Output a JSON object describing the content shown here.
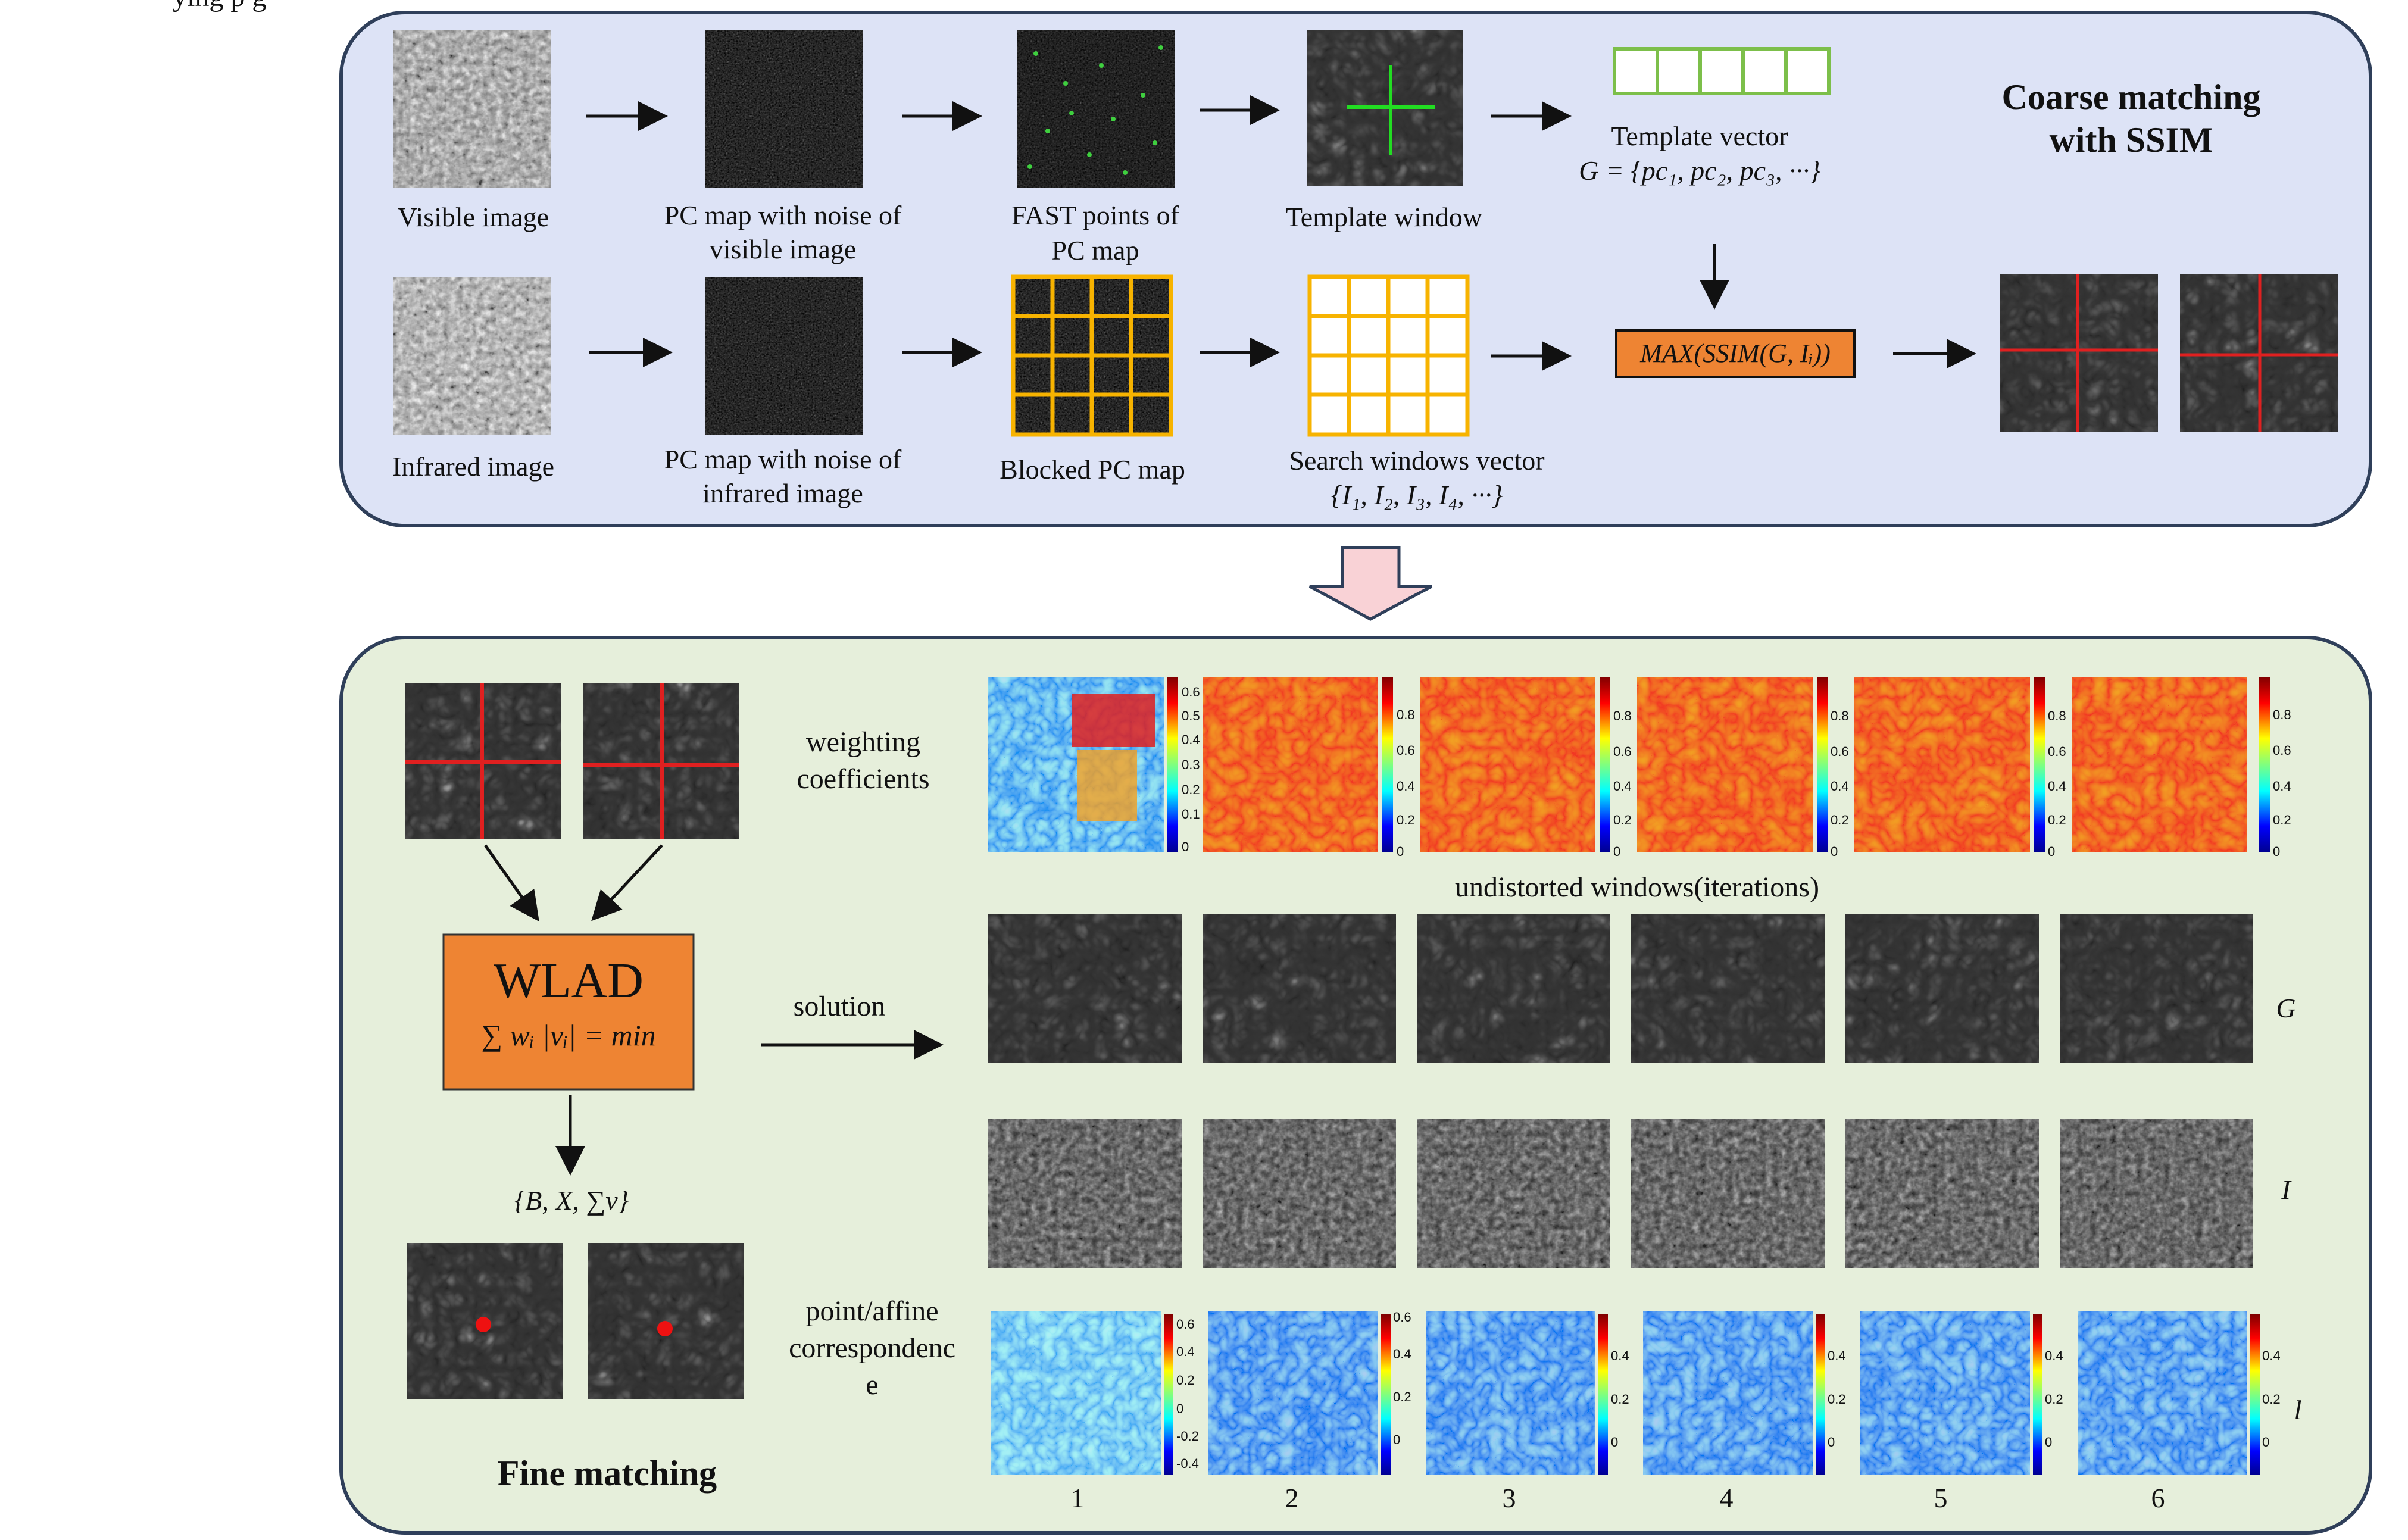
{
  "top_partial_text": "ying                                              p                                            g",
  "coarse": {
    "title_line1": "Coarse matching",
    "title_line2": "with SSIM",
    "visible_image": "Visible image",
    "pc_noise_visible_1": "PC map with noise of",
    "pc_noise_visible_2": "visible image",
    "fast_points_1": "FAST points of",
    "fast_points_2": "PC map",
    "template_window": "Template window",
    "template_vector": "Template vector",
    "template_formula": "G = {pc₁, pc₂, pc₃, ···}",
    "infrared_image": "Infrared image",
    "pc_noise_infrared_1": "PC map with noise of",
    "pc_noise_infrared_2": "infrared image",
    "blocked_pc_map": "Blocked PC map",
    "search_windows_1": "Search windows vector",
    "search_windows_2": "{I₁, I₂, I₃, I₄, ···}",
    "max_ssim": "MAX(SSIM(G, Iᵢ))"
  },
  "fine": {
    "title": "Fine matching",
    "weighting_1": "weighting",
    "weighting_2": "coefficients",
    "undistorted": "undistorted windows(iterations)",
    "wlad_title": "WLAD",
    "wlad_formula": "∑ wᵢ |vᵢ| = min",
    "solution": "solution",
    "result_set": "{B, X, ∑v}",
    "point_affine_1": "point/affine",
    "point_affine_2": "correspondenc",
    "point_affine_3": "e",
    "row_G": "G",
    "row_I": "I",
    "row_l": "l",
    "iterations": [
      "1",
      "2",
      "3",
      "4",
      "5",
      "6"
    ],
    "cb_first": [
      "0.6",
      "0.5",
      "0.4",
      "0.3",
      "0.2",
      "0.1",
      "0"
    ],
    "cb_other": [
      "0.8",
      "0.6",
      "0.4",
      "0.2",
      "0"
    ],
    "cb_l_first": [
      "0.6",
      "0.4",
      "0.2",
      "0",
      "-0.2",
      "-0.4"
    ],
    "cb_l_second": [
      "0.6",
      "0.4",
      "0.2",
      "0"
    ],
    "cb_l_other": [
      "0.4",
      "0.2",
      "0"
    ]
  },
  "colors": {
    "coarse_bg": "#dde3f6",
    "fine_bg": "#e6efdb",
    "panel_border": "#2f3f5a",
    "orange": "#ee8433",
    "template_green": "#7cbf4a",
    "grid_yellow": "#f7b300",
    "cross_red": "#e02020",
    "arrow_fill": "#f9d2d6"
  }
}
